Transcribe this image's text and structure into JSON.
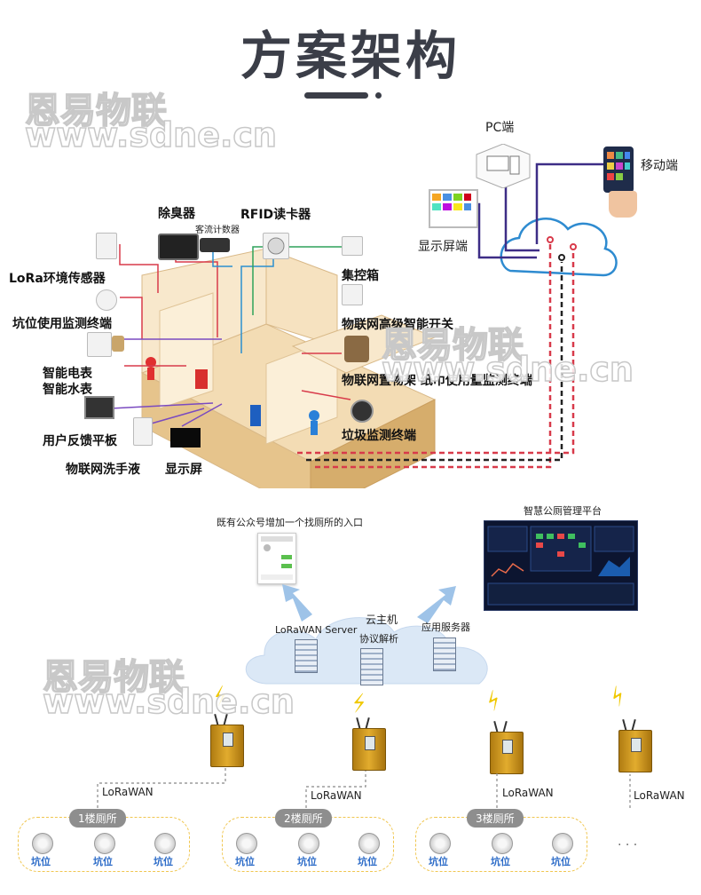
{
  "title": "方案架构",
  "watermark": {
    "line1": "恩易物联",
    "line2": "www.sdne.cn"
  },
  "top_diagram": {
    "endpoints": {
      "pc": "PC端",
      "mobile": "移动端",
      "display": "显示屏端"
    },
    "devices": {
      "deodorizer": "除臭器",
      "people_counter": "客流计数器",
      "rfid": "RFID读卡器",
      "lora_env": "LoRa环境传感器",
      "pit_monitor": "坑位使用监测终端",
      "smart_meter": "智能电表",
      "smart_water": "智能水表",
      "feedback_tablet": "用户反馈平板",
      "handwash": "物联网洗手液",
      "display": "显示屏",
      "concentrator": "集控箱",
      "smart_switch": "物联网高级智能开关",
      "tissue_monitor": "物联网置物架  纸巾使用量监测终端",
      "trash_monitor": "垃圾监测终端"
    }
  },
  "bottom_diagram": {
    "wechat_caption": "既有公众号增加一个找厕所的入口",
    "platform_caption": "智慧公厕管理平台",
    "cloud_host": "云主机",
    "servers": {
      "lorawan": "LoRaWAN Server",
      "protocol": "协议解析",
      "app": "应用服务器"
    },
    "link_label": "LoRaWAN",
    "floors": [
      {
        "name": "1楼厕所",
        "pits": [
          "坑位",
          "坑位",
          "坑位"
        ]
      },
      {
        "name": "2楼厕所",
        "pits": [
          "坑位",
          "坑位",
          "坑位"
        ]
      },
      {
        "name": "3楼厕所",
        "pits": [
          "坑位",
          "坑位",
          "坑位"
        ]
      }
    ],
    "ellipsis": ". . ."
  },
  "colors": {
    "title": "#3b3e48",
    "line_red": "#d83a4a",
    "line_green": "#2fa25a",
    "line_purple": "#3d2d86",
    "line_blue": "#2b8fd0",
    "gateway": "#e2ac2e",
    "floor_border": "#f0c650",
    "pit_label": "#2d6cc8"
  }
}
